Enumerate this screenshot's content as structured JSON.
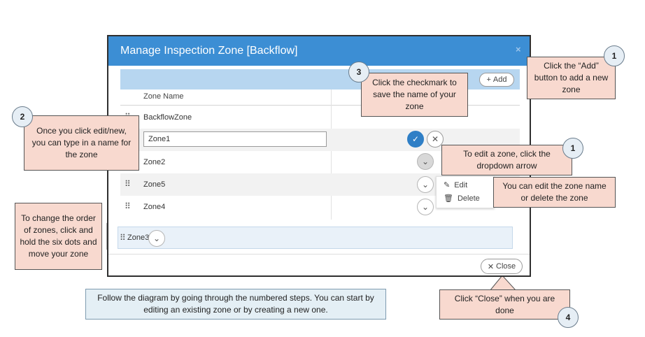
{
  "modal": {
    "title": "Manage Inspection Zone [Backflow]",
    "close_x": "×",
    "add_label": "Add",
    "column_header": "Zone Name",
    "close_label": "Close"
  },
  "rows": [
    {
      "label": "BackflowZone"
    },
    {
      "input_value": "Zone1"
    },
    {
      "label": "Zone2"
    },
    {
      "label": "Zone5"
    },
    {
      "label": "Zone4"
    }
  ],
  "dragging_row": {
    "label": "Zone3"
  },
  "row_menu": {
    "edit_label": "Edit",
    "delete_label": "Delete"
  },
  "callouts": {
    "add": {
      "step": "1",
      "text": "Click the “Add” button to add a new zone"
    },
    "checkmark": {
      "step": "3",
      "text": "Click the checkmark to save the name of your zone"
    },
    "type_name": {
      "step": "2",
      "text": "Once you click edit/new, you can type in a name for the zone"
    },
    "dropdown": {
      "step": "1",
      "text": "To edit a zone, click the dropdown  arrow"
    },
    "edit_delete": {
      "text": "You can edit the zone name or delete the zone"
    },
    "reorder": {
      "text": "To change the order of zones, click and hold the six dots and move your zone"
    },
    "close": {
      "step": "4",
      "text": "Click “Close” when you are done"
    }
  },
  "note": "Follow the diagram by going through the numbered steps. You can start by editing an existing zone or by creating a new one.",
  "colors": {
    "header": "#3c8ed4",
    "callout": "#f8d9cf",
    "check": "#2f7fc6"
  }
}
